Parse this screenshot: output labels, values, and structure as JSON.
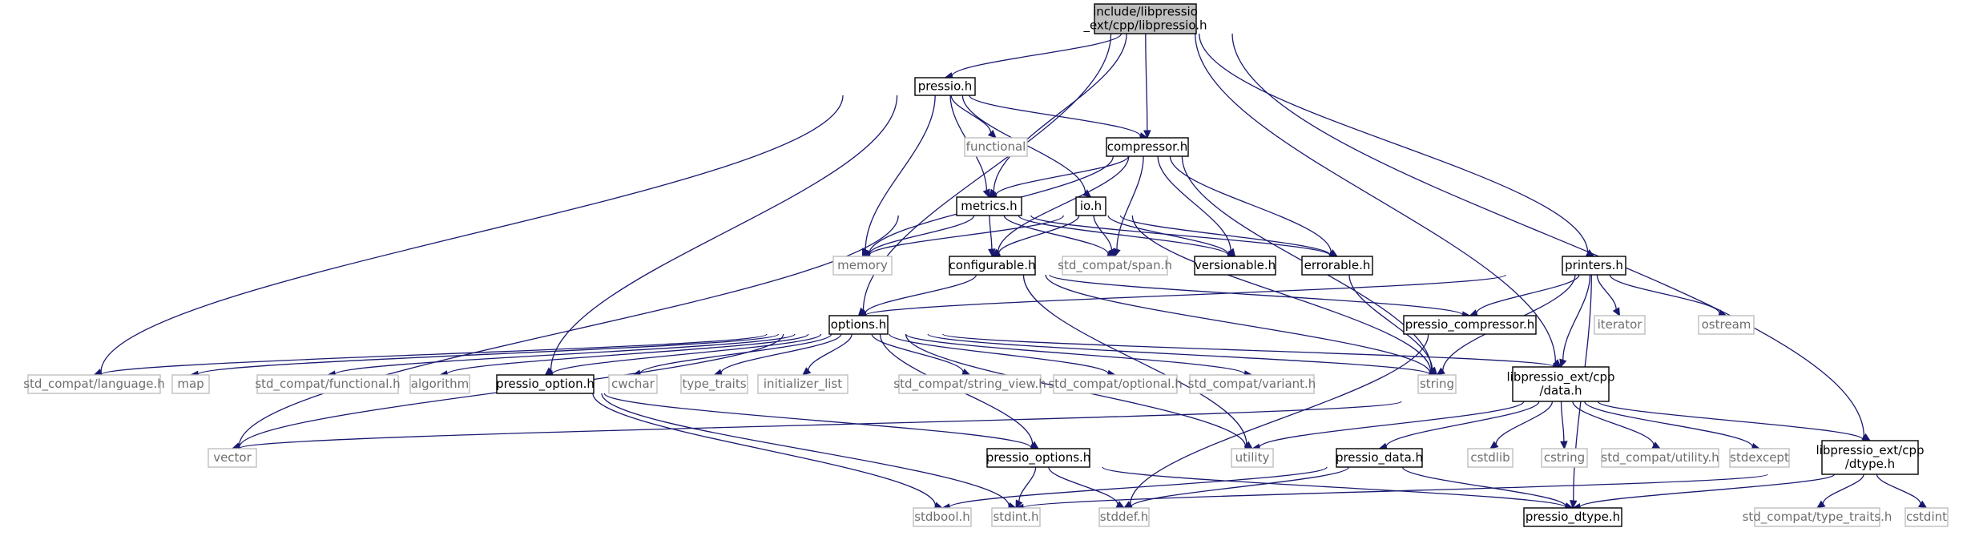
{
  "graph": {
    "colors": {
      "edge": "#191970",
      "project_border": "#000000",
      "system_border": "#bfbfbf",
      "system_text": "#6e6e6e",
      "root_fill": "#bfbfbf"
    },
    "nodes": [
      {
        "id": "root",
        "lines": [
          "include/libpressio",
          "_ext/cpp/libpressio.h"
        ],
        "kind": "root"
      },
      {
        "id": "pressio",
        "lines": [
          "pressio.h"
        ],
        "kind": "project"
      },
      {
        "id": "functional",
        "lines": [
          "functional"
        ],
        "kind": "system"
      },
      {
        "id": "compressor",
        "lines": [
          "compressor.h"
        ],
        "kind": "project"
      },
      {
        "id": "metrics",
        "lines": [
          "metrics.h"
        ],
        "kind": "project"
      },
      {
        "id": "io",
        "lines": [
          "io.h"
        ],
        "kind": "project"
      },
      {
        "id": "memory",
        "lines": [
          "memory"
        ],
        "kind": "system"
      },
      {
        "id": "configurable",
        "lines": [
          "configurable.h"
        ],
        "kind": "project"
      },
      {
        "id": "span",
        "lines": [
          "std_compat/span.h"
        ],
        "kind": "system"
      },
      {
        "id": "versionable",
        "lines": [
          "versionable.h"
        ],
        "kind": "project"
      },
      {
        "id": "errorable",
        "lines": [
          "errorable.h"
        ],
        "kind": "project"
      },
      {
        "id": "printers",
        "lines": [
          "printers.h"
        ],
        "kind": "project"
      },
      {
        "id": "options",
        "lines": [
          "options.h"
        ],
        "kind": "project"
      },
      {
        "id": "pressio_compressor",
        "lines": [
          "pressio_compressor.h"
        ],
        "kind": "project"
      },
      {
        "id": "iterator",
        "lines": [
          "iterator"
        ],
        "kind": "system"
      },
      {
        "id": "ostream",
        "lines": [
          "ostream"
        ],
        "kind": "system"
      },
      {
        "id": "language",
        "lines": [
          "std_compat/language.h"
        ],
        "kind": "system"
      },
      {
        "id": "map",
        "lines": [
          "map"
        ],
        "kind": "system"
      },
      {
        "id": "std_functional",
        "lines": [
          "std_compat/functional.h"
        ],
        "kind": "system"
      },
      {
        "id": "algorithm",
        "lines": [
          "algorithm"
        ],
        "kind": "system"
      },
      {
        "id": "pressio_option",
        "lines": [
          "pressio_option.h"
        ],
        "kind": "project"
      },
      {
        "id": "cwchar",
        "lines": [
          "cwchar"
        ],
        "kind": "system"
      },
      {
        "id": "type_traits",
        "lines": [
          "type_traits"
        ],
        "kind": "system"
      },
      {
        "id": "initializer_list",
        "lines": [
          "initializer_list"
        ],
        "kind": "system"
      },
      {
        "id": "string_view",
        "lines": [
          "std_compat/string_view.h"
        ],
        "kind": "system"
      },
      {
        "id": "optional",
        "lines": [
          "std_compat/optional.h"
        ],
        "kind": "system"
      },
      {
        "id": "variant",
        "lines": [
          "std_compat/variant.h"
        ],
        "kind": "system"
      },
      {
        "id": "string",
        "lines": [
          "string"
        ],
        "kind": "system"
      },
      {
        "id": "data",
        "lines": [
          "libpressio_ext/cpp",
          "/data.h"
        ],
        "kind": "project"
      },
      {
        "id": "vector",
        "lines": [
          "vector"
        ],
        "kind": "system"
      },
      {
        "id": "utility",
        "lines": [
          "utility"
        ],
        "kind": "system"
      },
      {
        "id": "pressio_options",
        "lines": [
          "pressio_options.h"
        ],
        "kind": "project"
      },
      {
        "id": "pressio_data",
        "lines": [
          "pressio_data.h"
        ],
        "kind": "project"
      },
      {
        "id": "cstdlib",
        "lines": [
          "cstdlib"
        ],
        "kind": "system"
      },
      {
        "id": "cstring",
        "lines": [
          "cstring"
        ],
        "kind": "system"
      },
      {
        "id": "std_utility",
        "lines": [
          "std_compat/utility.h"
        ],
        "kind": "system"
      },
      {
        "id": "stdexcept",
        "lines": [
          "stdexcept"
        ],
        "kind": "system"
      },
      {
        "id": "dtype",
        "lines": [
          "libpressio_ext/cpp",
          "/dtype.h"
        ],
        "kind": "project"
      },
      {
        "id": "stdbool",
        "lines": [
          "stdbool.h"
        ],
        "kind": "system"
      },
      {
        "id": "stdint",
        "lines": [
          "stdint.h"
        ],
        "kind": "system"
      },
      {
        "id": "stddef",
        "lines": [
          "stddef.h"
        ],
        "kind": "system"
      },
      {
        "id": "pressio_dtype",
        "lines": [
          "pressio_dtype.h"
        ],
        "kind": "project"
      },
      {
        "id": "type_traits_compat",
        "lines": [
          "std_compat/type_traits.h"
        ],
        "kind": "system"
      },
      {
        "id": "cstdint",
        "lines": [
          "cstdint"
        ],
        "kind": "system"
      }
    ],
    "edges": [
      [
        "root",
        "pressio"
      ],
      [
        "root",
        "options"
      ],
      [
        "root",
        "metrics"
      ],
      [
        "root",
        "compressor"
      ],
      [
        "root",
        "printers"
      ],
      [
        "root",
        "data"
      ],
      [
        "root",
        "dtype"
      ],
      [
        "pressio",
        "functional"
      ],
      [
        "pressio",
        "compressor"
      ],
      [
        "pressio",
        "metrics"
      ],
      [
        "pressio",
        "io"
      ],
      [
        "pressio",
        "memory"
      ],
      [
        "pressio",
        "language"
      ],
      [
        "pressio",
        "pressio_option"
      ],
      [
        "compressor",
        "memory"
      ],
      [
        "compressor",
        "metrics"
      ],
      [
        "compressor",
        "configurable"
      ],
      [
        "compressor",
        "span"
      ],
      [
        "compressor",
        "versionable"
      ],
      [
        "compressor",
        "errorable"
      ],
      [
        "compressor",
        "string"
      ],
      [
        "metrics",
        "memory"
      ],
      [
        "metrics",
        "configurable"
      ],
      [
        "metrics",
        "span"
      ],
      [
        "metrics",
        "versionable"
      ],
      [
        "metrics",
        "errorable"
      ],
      [
        "metrics",
        "vector"
      ],
      [
        "io",
        "memory"
      ],
      [
        "io",
        "configurable"
      ],
      [
        "io",
        "span"
      ],
      [
        "io",
        "versionable"
      ],
      [
        "io",
        "errorable"
      ],
      [
        "io",
        "string"
      ],
      [
        "configurable",
        "options"
      ],
      [
        "configurable",
        "pressio_compressor"
      ],
      [
        "configurable",
        "string"
      ],
      [
        "configurable",
        "utility"
      ],
      [
        "errorable",
        "string"
      ],
      [
        "printers",
        "options"
      ],
      [
        "printers",
        "pressio_compressor"
      ],
      [
        "printers",
        "iterator"
      ],
      [
        "printers",
        "ostream"
      ],
      [
        "printers",
        "string"
      ],
      [
        "printers",
        "data"
      ],
      [
        "printers",
        "pressio_dtype"
      ],
      [
        "pressio_compressor",
        "stddef"
      ],
      [
        "options",
        "language"
      ],
      [
        "options",
        "map"
      ],
      [
        "options",
        "std_functional"
      ],
      [
        "options",
        "algorithm"
      ],
      [
        "options",
        "pressio_option"
      ],
      [
        "options",
        "cwchar"
      ],
      [
        "options",
        "type_traits"
      ],
      [
        "options",
        "initializer_list"
      ],
      [
        "options",
        "string_view"
      ],
      [
        "options",
        "optional"
      ],
      [
        "options",
        "variant"
      ],
      [
        "options",
        "string"
      ],
      [
        "options",
        "data"
      ],
      [
        "options",
        "vector"
      ],
      [
        "options",
        "utility"
      ],
      [
        "options",
        "pressio_options"
      ],
      [
        "pressio_option",
        "pressio_options"
      ],
      [
        "pressio_option",
        "stdbool"
      ],
      [
        "pressio_option",
        "stdint"
      ],
      [
        "pressio_options",
        "stdint"
      ],
      [
        "pressio_options",
        "stddef"
      ],
      [
        "pressio_options",
        "pressio_dtype"
      ],
      [
        "data",
        "vector"
      ],
      [
        "data",
        "utility"
      ],
      [
        "data",
        "pressio_data"
      ],
      [
        "data",
        "cstdlib"
      ],
      [
        "data",
        "cstring"
      ],
      [
        "data",
        "std_utility"
      ],
      [
        "data",
        "stdexcept"
      ],
      [
        "data",
        "dtype"
      ],
      [
        "pressio_data",
        "stdbool"
      ],
      [
        "pressio_data",
        "stddef"
      ],
      [
        "pressio_data",
        "pressio_dtype"
      ],
      [
        "dtype",
        "stdint"
      ],
      [
        "dtype",
        "pressio_dtype"
      ],
      [
        "dtype",
        "type_traits_compat"
      ],
      [
        "dtype",
        "cstdint"
      ]
    ]
  }
}
